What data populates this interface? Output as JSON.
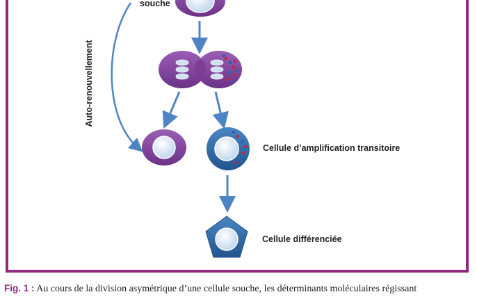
{
  "labels": {
    "stem_cell": "souche",
    "self_renewal": "Auto-renouvellement",
    "transit_amplifying": "Cellule d’amplification transitoire",
    "differentiated": "Cellule différenciée"
  },
  "caption": {
    "figure_ref": "Fig. 1 :",
    "text": " Au cours de la division asymétrique d’une cellule souche, les déterminants moléculaires régissant"
  },
  "colors": {
    "frame": "#8e2b7e",
    "stem_purple": "#7a3f93",
    "progenitor_blue": "#2f6aa8",
    "arrow_blue": "#4f84c4",
    "nucleus": "#c4d8ee",
    "determinant_red": "#c0283a",
    "determinant_blue": "#2f5ea8"
  }
}
